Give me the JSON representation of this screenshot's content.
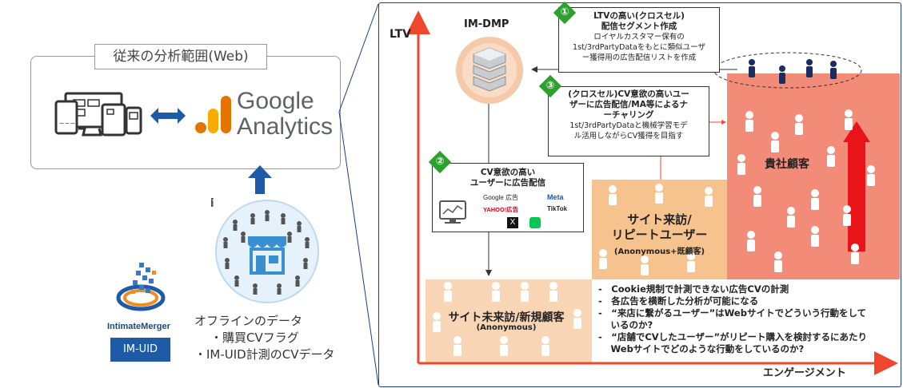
{
  "left_panel": {
    "title": "従来の分析範囲(Web)",
    "ga_word1": "Google",
    "ga_word2": "Analytics",
    "offline_lines": [
      "オフラインのデータ",
      "・購買CVフラグ",
      "・IM-UID計測のCVデータ"
    ],
    "logo_text": "IntimateMerger",
    "badge": "IM-UID"
  },
  "right_panel": {
    "ltv_label": "LTV",
    "engagement_label": "エンゲージメント",
    "dmp_label": "IM-DMP",
    "callout1": {
      "num": "①",
      "title_lines": [
        "LTVの高い(クロスセル)",
        "配信セグメント作成"
      ],
      "body_lines": [
        "ロイヤルカスタマー保有の",
        "1st/3rdPartyDataをもとに類似ユーザ",
        "ー獲得用の広告配信リストを作成"
      ]
    },
    "callout2": {
      "num": "②",
      "title_lines": [
        "CV意欲の高い",
        "ユーザーに広告配信"
      ],
      "platforms": [
        "Google 広告",
        "Meta",
        "YAHOO!広告",
        "TikTok",
        "X",
        "LINE"
      ]
    },
    "callout3": {
      "num": "③",
      "title_lines": [
        "(クロスセル)CV意欲の高いユー",
        "ザーに広告配信/MA等によるナ",
        "ーチャリング"
      ],
      "body_lines": [
        "1st/3rdPartyDataと機械学習モデ",
        "ル活用しながらCV獲得を目指す"
      ]
    },
    "zones": {
      "client": "貴社顧客",
      "visit_lines": [
        "サイト来訪/",
        "リピートユーザー"
      ],
      "visit_sub": "(Anonymous+既顧客)",
      "unvisit": "サイト未来訪/新規顧客",
      "unvisit_sub": "(Anonymous)"
    },
    "notes": [
      "-　Cookie規制で計測できない広告CVの計測",
      "-　各広告を横断した分析が可能になる",
      "-　“来店に繋がるユーザー”はWebサイトでどういう行動をして",
      "　 いるのか?",
      "-　“店舗でCVしたユーザー”がリピート購入を検討するにあたり",
      "　 Webサイトでどのような行動をしているのか?"
    ]
  },
  "colors": {
    "axis": "#f0472c",
    "client_zone": "#f28b78",
    "visit_zone": "#f6c28e",
    "unvisit_zone": "#f8d5b4",
    "brand_blue": "#1f5aa6",
    "green": "#2ca02c"
  }
}
